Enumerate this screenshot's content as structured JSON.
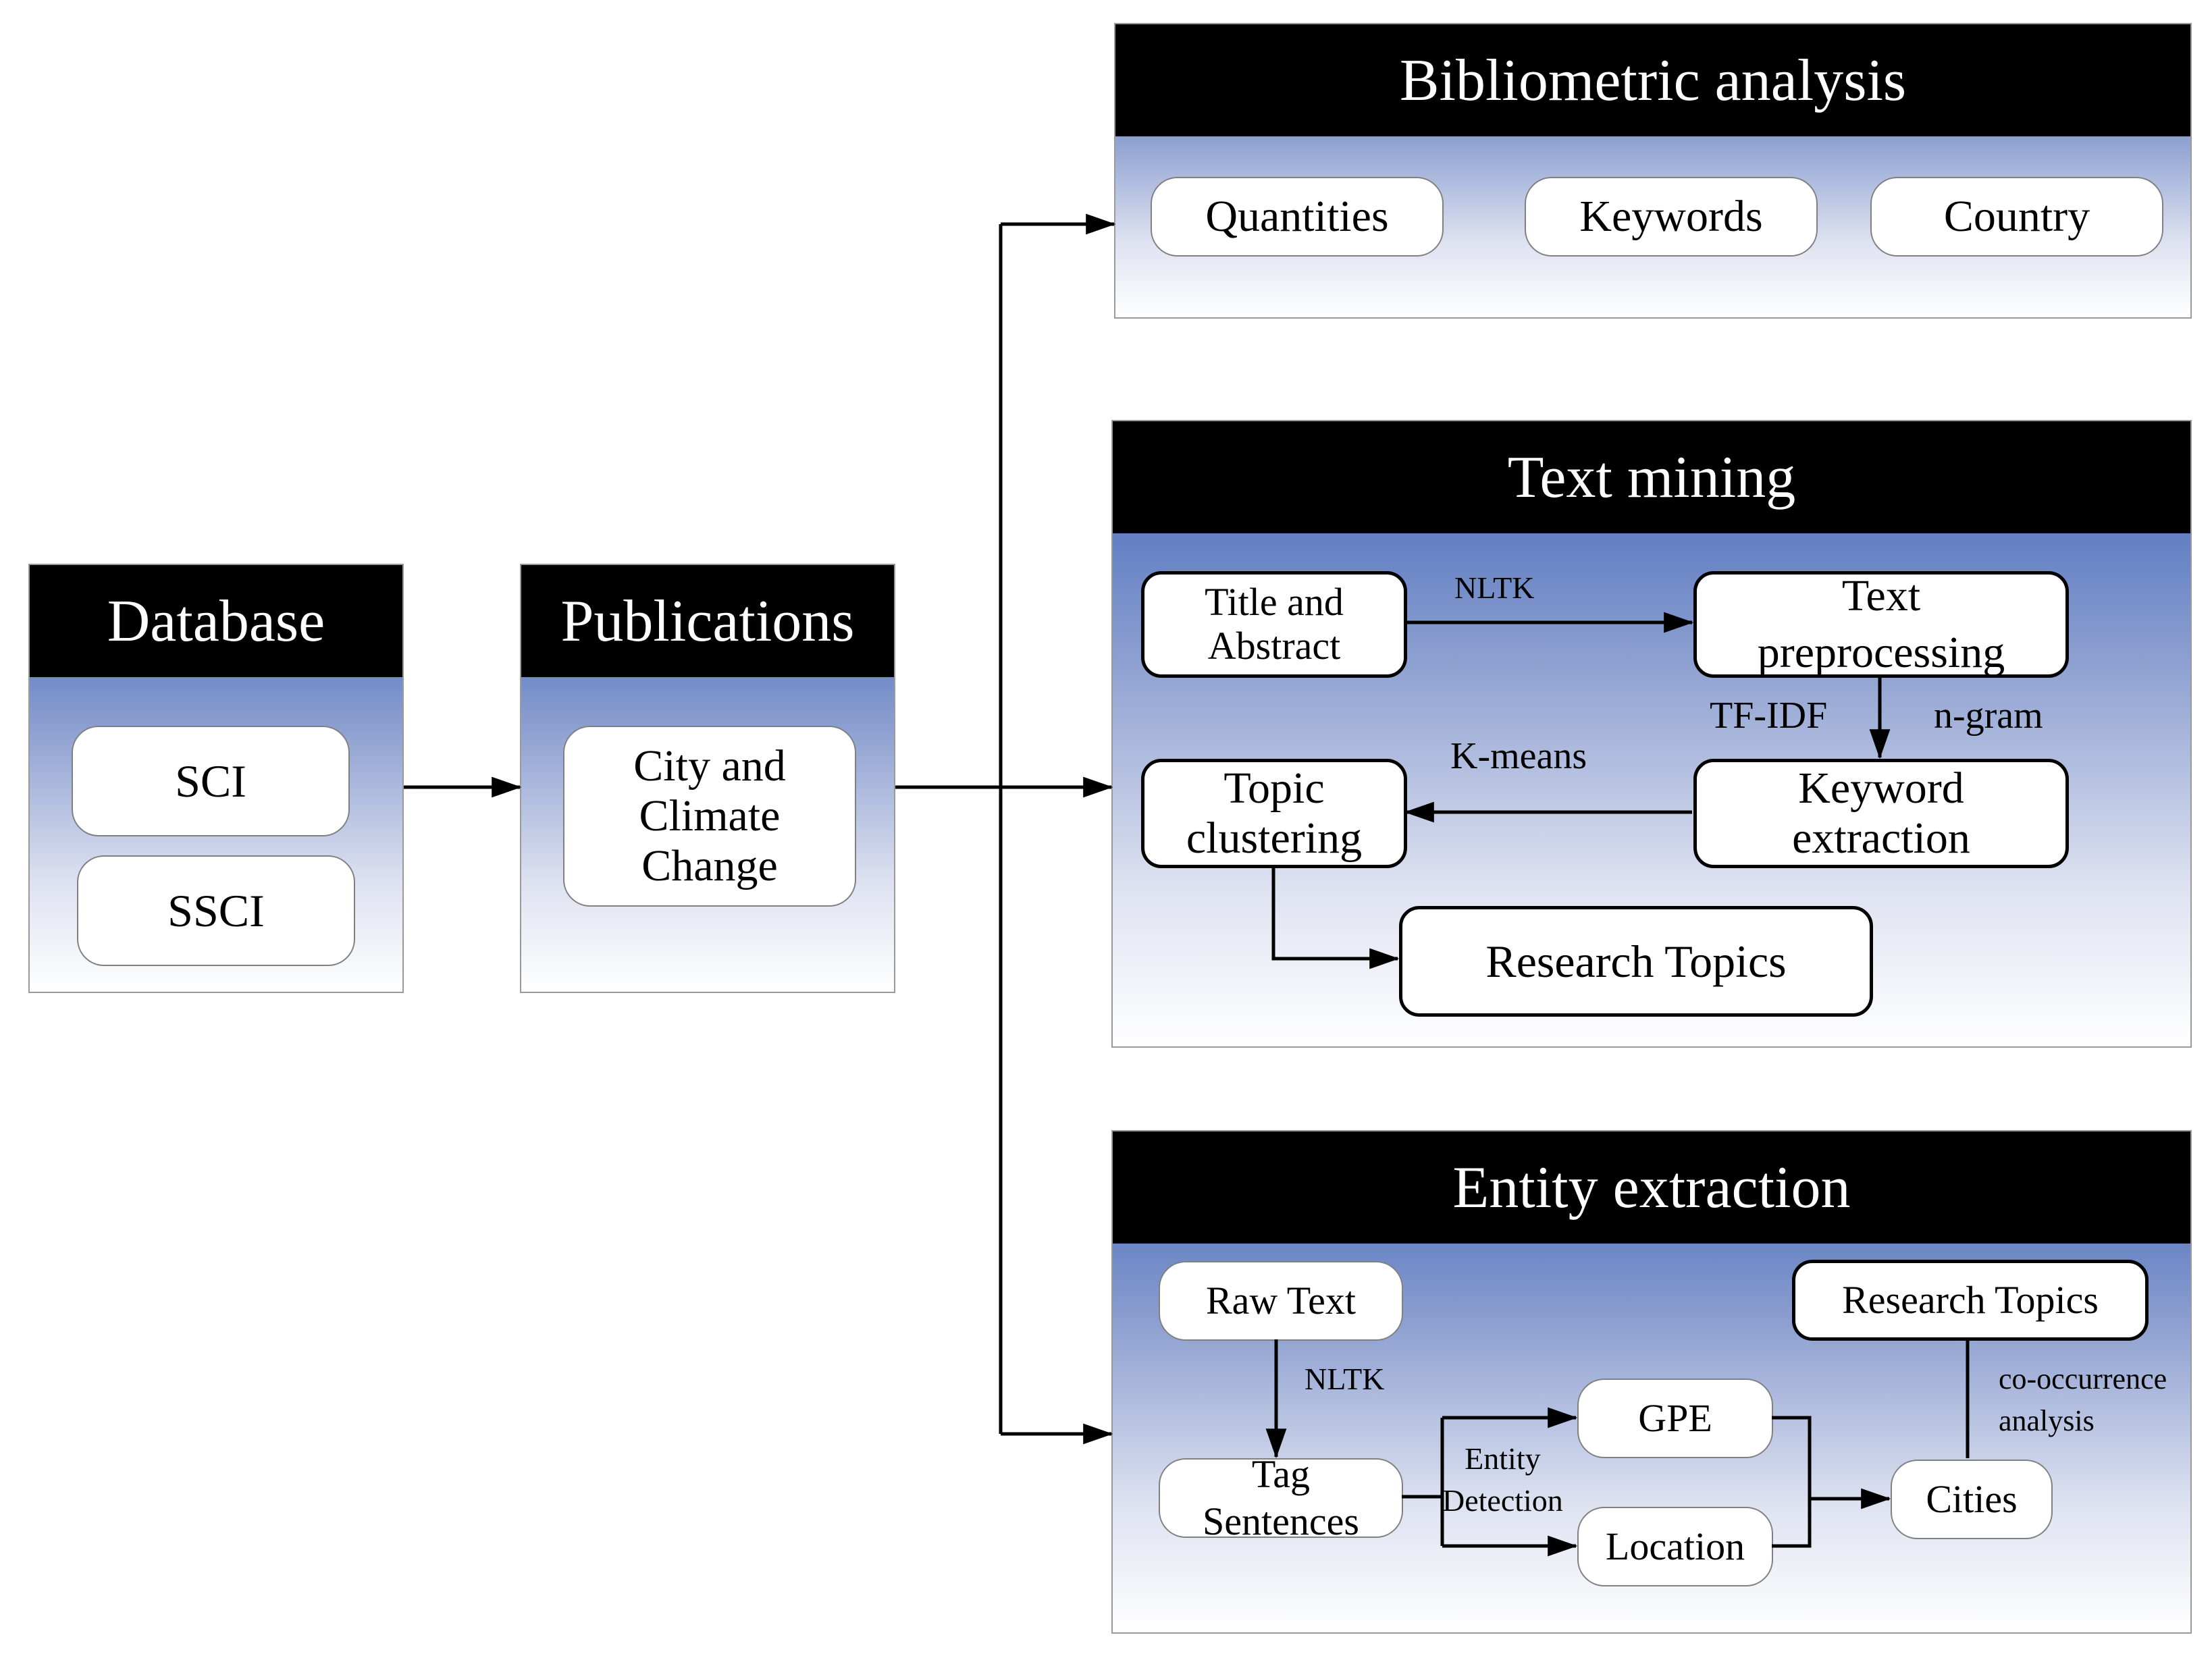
{
  "database": {
    "title": "Database",
    "items": [
      "SCI",
      "SSCI"
    ]
  },
  "publications": {
    "title": "Publications",
    "item": "City and\nClimate\nChange"
  },
  "bibliometric": {
    "title": "Bibliometric analysis",
    "items": [
      "Quantities",
      "Keywords",
      "Country"
    ]
  },
  "text_mining": {
    "title": "Text mining",
    "title_abstract": "Title and\nAbstract",
    "text_preprocessing": "Text\npreprocessing",
    "keyword_extraction": "Keyword\nextraction",
    "topic_clustering": "Topic\nclustering",
    "research_topics": "Research Topics",
    "labels": {
      "nltk": "NLTK",
      "tfidf": "TF-IDF",
      "ngram": "n-gram",
      "kmeans": "K-means"
    }
  },
  "entity_extraction": {
    "title": "Entity extraction",
    "raw_text": "Raw Text",
    "tag_sentences": "Tag\nSentences",
    "gpe": "GPE",
    "location": "Location",
    "cities": "Cities",
    "research_topics": "Research Topics",
    "labels": {
      "nltk": "NLTK",
      "entity_detection": "Entity\nDetection",
      "cooccurrence": "co-occurrence\nanalysis"
    }
  }
}
